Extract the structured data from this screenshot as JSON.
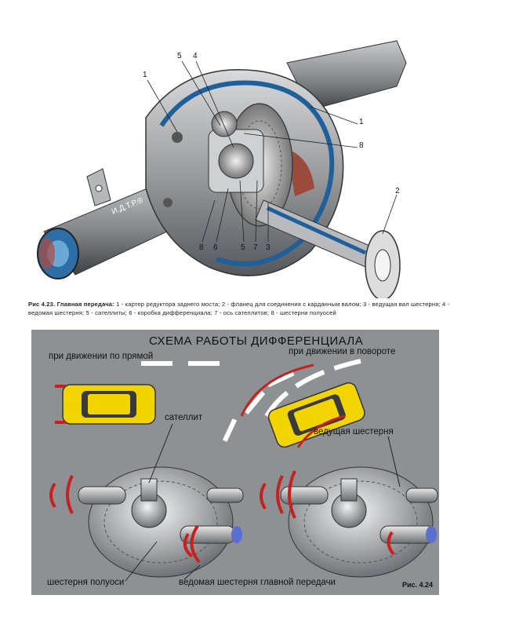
{
  "figure1": {
    "callouts": {
      "c1": "1",
      "c5a": "5",
      "c4": "4",
      "c1b": "1",
      "c8a": "8",
      "c2": "2",
      "c8b": "8",
      "c6": "6",
      "c5b": "5",
      "c7": "7",
      "c3": "3"
    },
    "watermark": "И.Д.Т.Р.®",
    "caption": {
      "label": "Рис 4.23.",
      "title": "Главная передача:",
      "text": " 1 - картер редуктора заднего моста; 2 - фланец для соединения с карданным валом; 3 - ведущая вал шестерня; 4 - ведомая шестерня; 5 - сателлиты; 6 - коробка дифференциала; 7 - ось сателлитов; 8 - шестерни полуосей"
    }
  },
  "figure2": {
    "title": "СХЕМА РАБОТЫ ДИФФЕРЕНЦИАЛА",
    "straight": "при движении по прямой",
    "turn": "при движении в повороте",
    "satellite": "сателлит",
    "driving_gear": "ведущая шестерня",
    "axle_gear": "шестерня полуоси",
    "driven_gear": "ведомая шестерня главной передачи",
    "fig_no": "Рис. 4.24"
  }
}
